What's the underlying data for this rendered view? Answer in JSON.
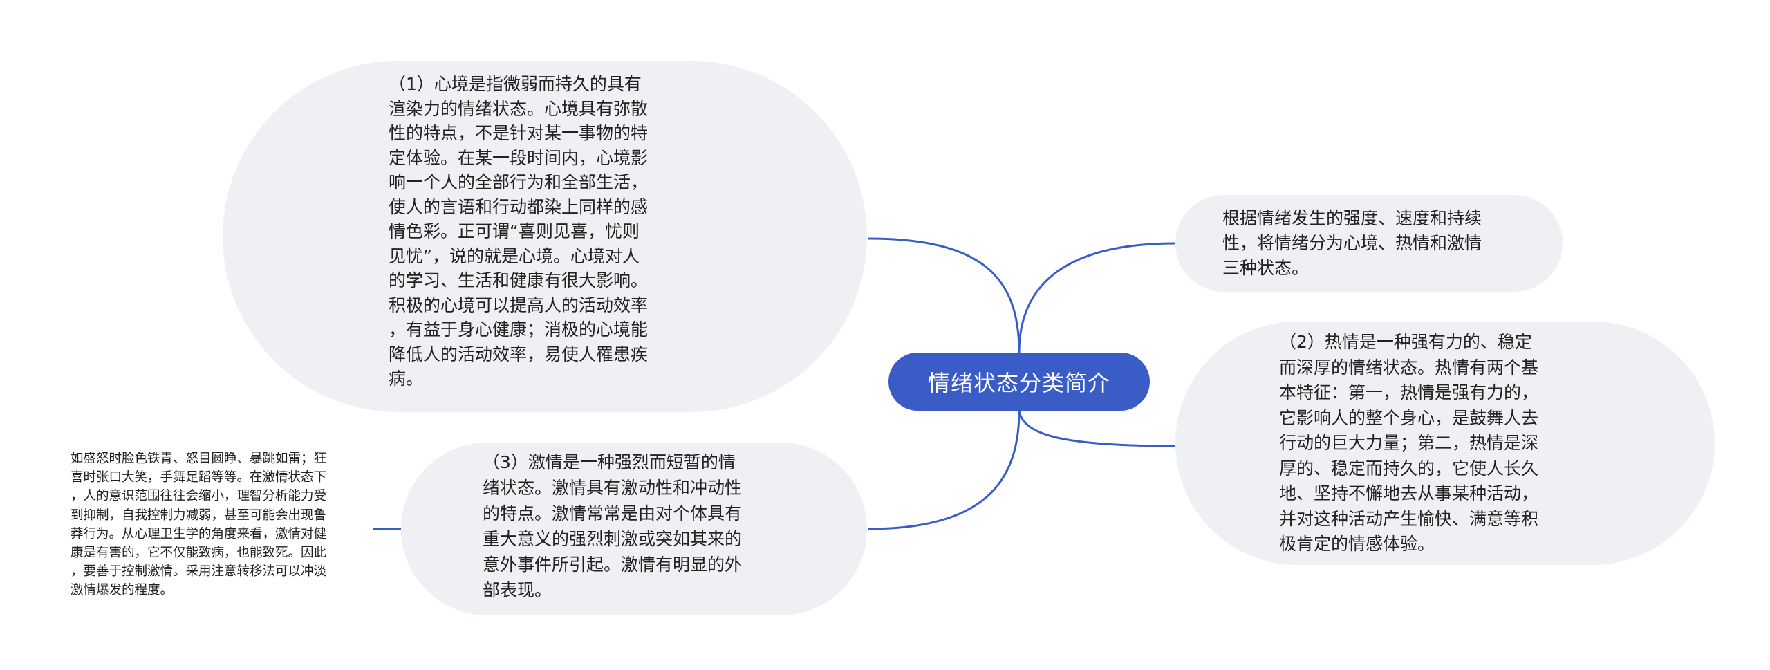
{
  "mindmap": {
    "root": {
      "label": "情绪状态分类简介"
    },
    "branches": [
      {
        "id": "mood",
        "text": "（1）心境是指微弱而持久的具有\n渲染力的情绪状态。心境具有弥散\n性的特点，不是针对某一事物的特\n定体验。在某一段时间内，心境影\n响一个人的全部行为和全部生活，\n使人的言语和行动都染上同样的感\n情色彩。正可谓“喜则见喜，忧则\n见忧”，说的就是心境。心境对人\n的学习、生活和健康有很大影响。\n积极的心境可以提高人的活动效率\n，有益于身心健康；消极的心境能\n降低人的活动效率，易使人罹患疾\n病。"
      },
      {
        "id": "intro",
        "text": "根据情绪发生的强度、速度和持续\n性，将情绪分为心境、热情和激情\n三种状态。"
      },
      {
        "id": "passion",
        "text": "（2）热情是一种强有力的、稳定\n而深厚的情绪状态。热情有两个基\n本特征：第一，热情是强有力的，\n它影响人的整个身心，是鼓舞人去\n行动的巨大力量；第二，热情是深\n厚的、稳定而持久的，它使人长久\n地、坚持不懈地去从事某种活动，\n并对这种活动产生愉快、满意等积\n极肯定的情感体验。"
      },
      {
        "id": "affect",
        "text": "（3）激情是一种强烈而短暂的情\n绪状态。激情具有激动性和冲动性\n的特点。激情常常是由对个体具有\n重大意义的强烈刺激或突如其来的\n意外事件所引起。激情有明显的外\n部表现。",
        "child": {
          "text": "如盛怒时脸色铁青、怒目圆睁、暴跳如雷；狂\n喜时张口大笑，手舞足蹈等等。在激情状态下\n，人的意识范围往往会缩小，理智分析能力受\n到抑制，自我控制力减弱，甚至可能会出现鲁\n莽行为。从心理卫生学的角度来看，激情对健\n康是有害的，它不仅能致病，也能致死。因此\n，要善于控制激情。采用注意转移法可以冲淡\n激情爆发的程度。"
        }
      }
    ],
    "colors": {
      "root_fill": "#3a5cc7",
      "root_text": "#ffffff",
      "bubble_fill": "#eef0f3",
      "connector": "#3a5cc7",
      "text": "#222222"
    }
  }
}
